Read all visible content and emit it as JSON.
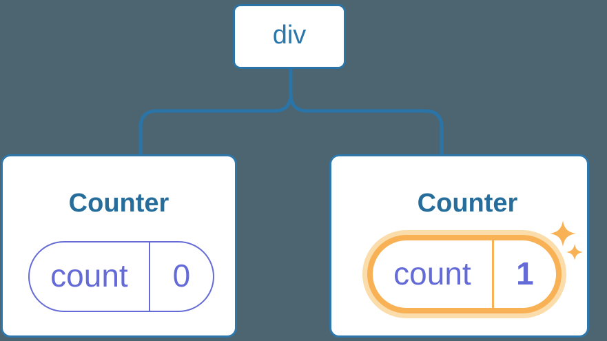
{
  "diagram": {
    "description": "React component tree: div root with two Counter children, second Counter has updated state",
    "root": {
      "label": "div"
    },
    "children": [
      {
        "title": "Counter",
        "state": {
          "key": "count",
          "value": "0"
        },
        "highlighted": false
      },
      {
        "title": "Counter",
        "state": {
          "key": "count",
          "value": "1"
        },
        "highlighted": true
      }
    ]
  },
  "colors": {
    "background": "#4C6570",
    "connector_blue": "#2B74A7",
    "card_border": "#2E77AC",
    "root_label": "#2B76AB",
    "title_blue": "#266D9B",
    "state_purple": "#646BD6",
    "highlight_orange": "#F8B154",
    "highlight_glow": "#FBDCAB",
    "card_background": "#FFFFFF"
  },
  "icons": {
    "sparkle": "sparkles-icon"
  }
}
